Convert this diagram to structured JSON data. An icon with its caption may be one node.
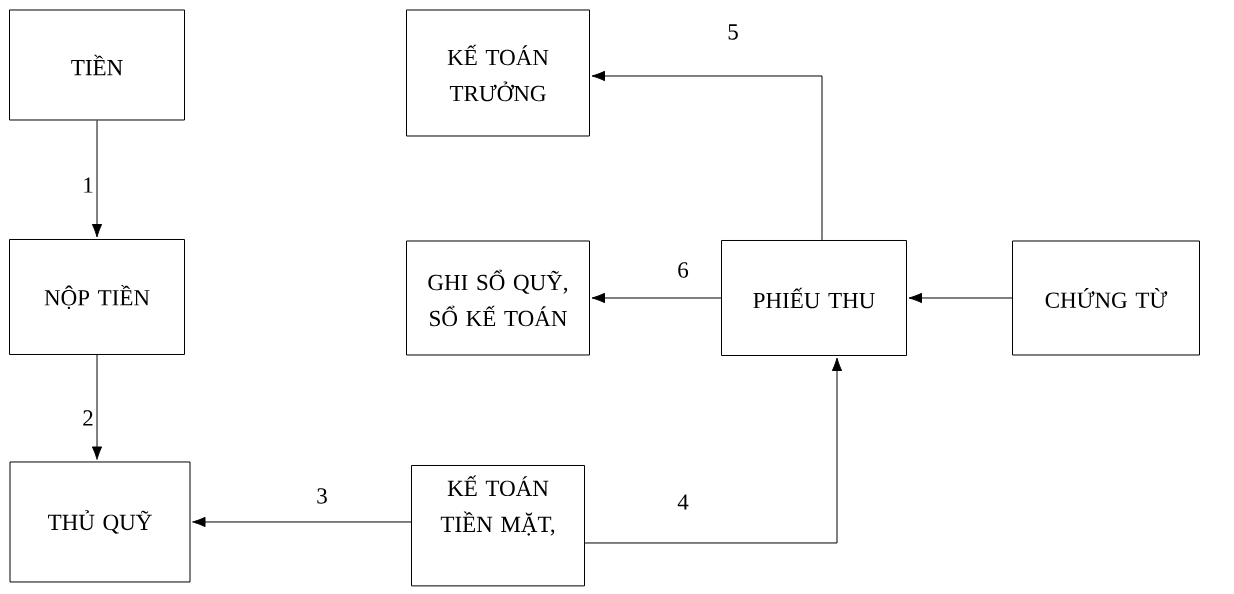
{
  "diagram": {
    "nodes": [
      {
        "text": [
          "TIỀN"
        ]
      },
      {
        "text": [
          "NỘP TIỀN"
        ]
      },
      {
        "text": [
          "THỦ QUỸ"
        ]
      },
      {
        "text": [
          "KẾ TOÁN TRƯỞNG"
        ]
      },
      {
        "text": [
          "GHI SỔ QUỸ, SỔ KẾ TOÁN"
        ]
      },
      {
        "text": [
          "PHIẾU THU"
        ]
      },
      {
        "text": [
          "CHỨNG TỪ"
        ]
      },
      {
        "text": [
          "KẾ TOÁN TIỀN MẶT,"
        ]
      }
    ],
    "edges": [
      {
        "from": 0,
        "to": 1,
        "arrow": "to",
        "label": "1"
      },
      {
        "from": 1,
        "to": 2,
        "arrow": "to",
        "label": "2"
      },
      {
        "from": 7,
        "to": 2,
        "arrow": "to",
        "label": "3"
      },
      {
        "from": 7,
        "to": 5,
        "arrow": "to",
        "label": "4"
      },
      {
        "from": 5,
        "to": 3,
        "arrow": "to",
        "label": "5"
      },
      {
        "from": 5,
        "to": 4,
        "arrow": "to",
        "label": "6"
      },
      {
        "from": 6,
        "to": 5,
        "arrow": "to"
      }
    ]
  }
}
